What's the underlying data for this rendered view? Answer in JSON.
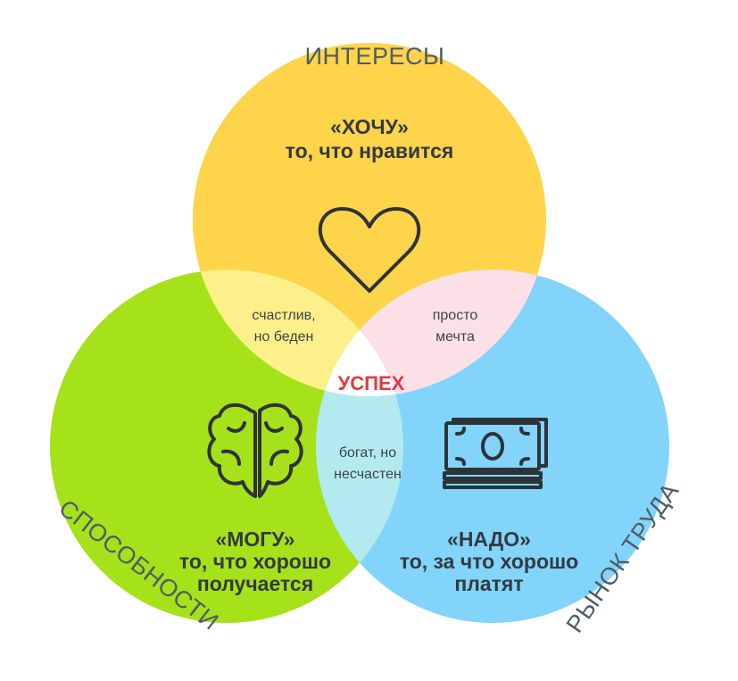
{
  "outer_labels": {
    "top": "ИНТЕРЕСЫ",
    "left": "СПОСОБНОСТИ",
    "right": "РЫНОК ТРУДА"
  },
  "circles": {
    "top": {
      "title": "«ХОЧУ»",
      "subtitle": "то, что нравится",
      "color": "#fdd44a",
      "icon": "heart-icon"
    },
    "left": {
      "title": "«МОГУ»",
      "line1": "то, что хорошо",
      "line2": "получается",
      "color": "#a6e21a",
      "icon": "brain-icon"
    },
    "right": {
      "title": "«НАДО»",
      "line1": "то, за что хорошо",
      "line2": "платят",
      "color": "#82d4fb",
      "icon": "money-stack-icon"
    }
  },
  "intersections": {
    "top_left": {
      "line1": "счастлив,",
      "line2": "но беден",
      "color": "#fdf08a"
    },
    "top_right": {
      "line1": "просто",
      "line2": "мечта",
      "color": "#fbe0e8"
    },
    "left_right": {
      "line1": "богат, но",
      "line2": "несчастен",
      "color": "#b3eaf0"
    },
    "center": {
      "label": "УСПЕХ",
      "color": "#ffffff"
    }
  }
}
